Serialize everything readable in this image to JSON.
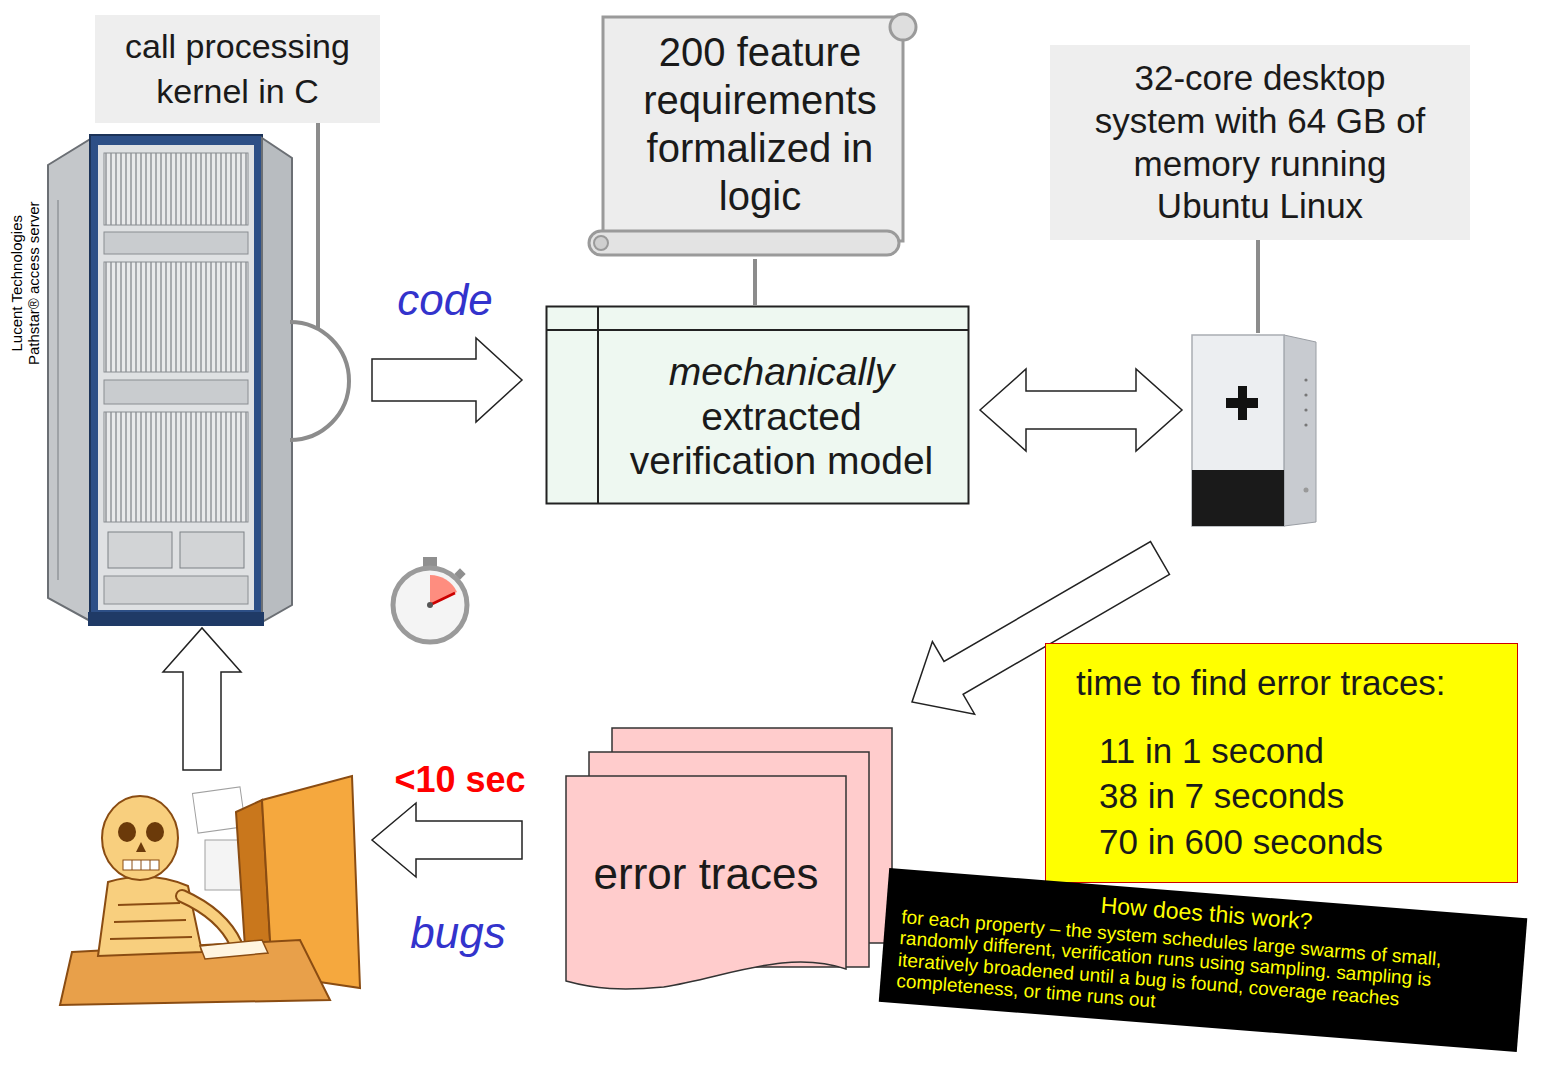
{
  "diagram": {
    "nodes": [
      {
        "text": [
          "call processing kernel in C"
        ]
      },
      {
        "text": [
          "200 feature requirements formalized in logic"
        ]
      },
      {
        "text": [
          "32-core desktop system with 64 GB of memory running Ubuntu Linux"
        ]
      },
      {
        "text": [
          "mechanically extracted verification model"
        ]
      },
      {
        "text": [
          "error traces"
        ]
      },
      {
        "text": [
          "time to find error traces:",
          "11 in 1 second",
          "38 in 7 seconds",
          "70 in 600 seconds"
        ]
      },
      {
        "text": [
          "How does this work?",
          "for each property – the system schedules large swarms of small, randomly different, verification runs using sampling. sampling is iteratively broadened until a bug is found, coverage reaches completeness, or time runs out"
        ]
      }
    ],
    "edges": [
      {
        "from": 1,
        "to": 3,
        "arrow": "none"
      }
    ],
    "labels": [
      "Lucent Technologies Pathstar® access server",
      "code",
      "<10 sec",
      "bugs"
    ]
  }
}
